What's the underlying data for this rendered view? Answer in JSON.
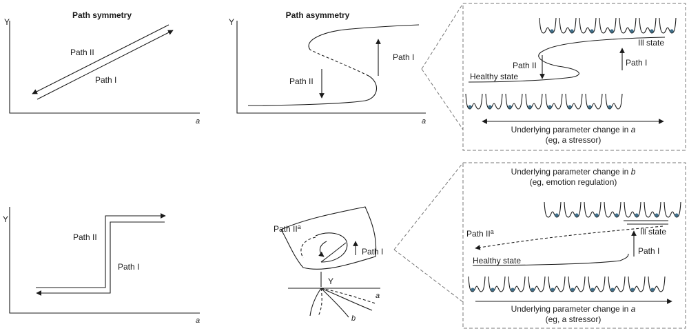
{
  "panel_a": {
    "title": "Path symmetry",
    "y_label": "Y",
    "x_label": "a",
    "path_ii": "Path II",
    "path_i": "Path I"
  },
  "panel_b": {
    "title": "Path asymmetry",
    "y_label": "Y",
    "x_label": "a",
    "path_ii": "Path II",
    "path_i": "Path I"
  },
  "panel_b_detail": {
    "ill_state": "Ill state",
    "healthy_state": "Healthy state",
    "path_ii": "Path II",
    "path_i": "Path I",
    "param_line1_prefix": "Underlying parameter change in ",
    "param_var": "a",
    "param_line2": "(eg, a stressor)"
  },
  "panel_c": {
    "y_label": "Y",
    "x_label": "a",
    "path_ii": "Path II",
    "path_i": "Path I"
  },
  "panel_d": {
    "path_ii": "Path II",
    "path_ii_sup": "a",
    "path_i": "Path I",
    "y_label": "Y",
    "a_label": "a",
    "b_label": "b"
  },
  "panel_d_detail": {
    "top_line1_prefix": "Underlying parameter change in ",
    "top_var": "b",
    "top_line2": "(eg, emotion regulation)",
    "path_ii": "Path II",
    "path_ii_sup": "a",
    "ill_state": "Ill state",
    "healthy_state": "Healthy state",
    "path_i": "Path I",
    "param_line1_prefix": "Underlying parameter change in ",
    "param_var": "a",
    "param_line2": "(eg, a stressor)"
  }
}
